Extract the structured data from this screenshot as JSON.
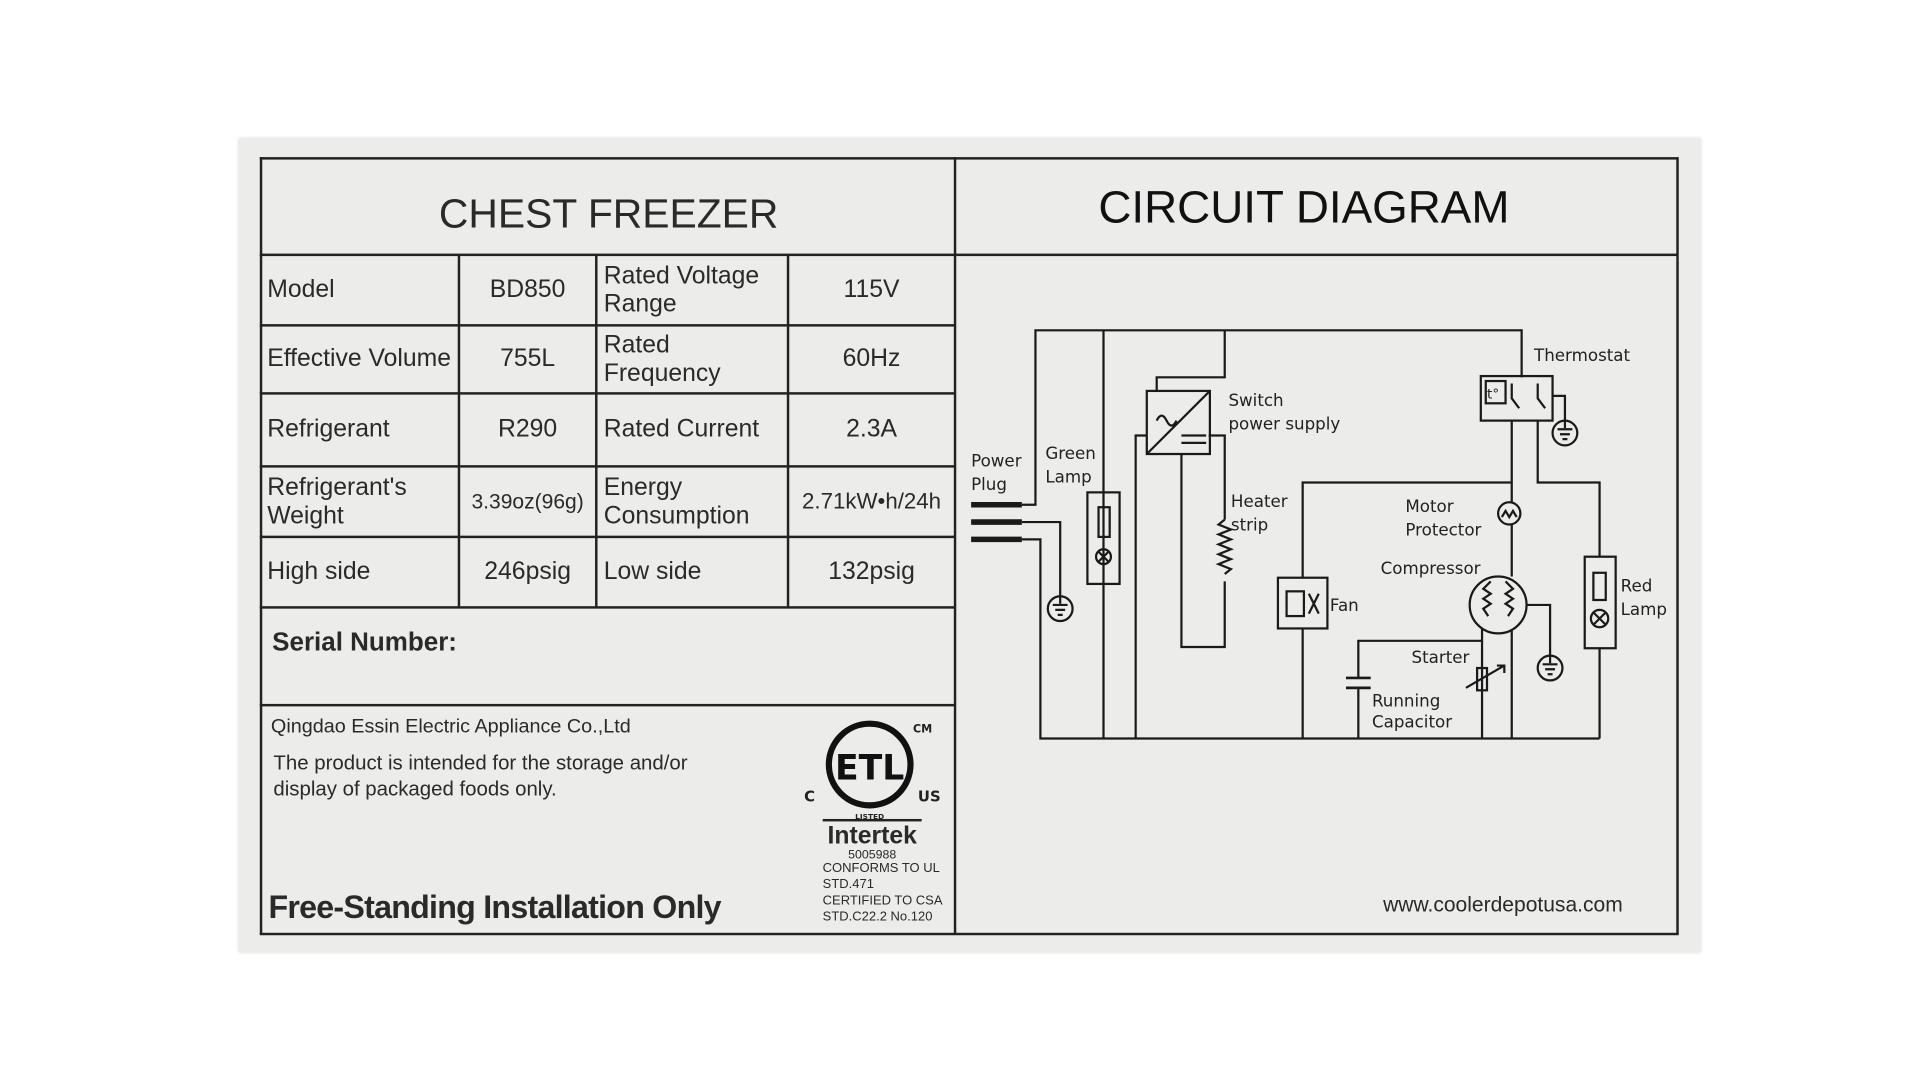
{
  "left_panel": {
    "title": "CHEST FREEZER",
    "rows": [
      {
        "label": "Model",
        "value": "BD850",
        "label2": "Rated Voltage Range",
        "value2": "115V"
      },
      {
        "label": "Effective Volume",
        "value": "755L",
        "label2": "Rated Frequency",
        "value2": "60Hz"
      },
      {
        "label": "Refrigerant",
        "value": "R290",
        "label2": "Rated Current",
        "value2": "2.3A"
      },
      {
        "label": "Refrigerant's Weight",
        "value": "3.39oz(96g)",
        "label2": "Energy Consumption",
        "value2": "2.71kW•h/24h"
      },
      {
        "label": "High side",
        "value": "246psig",
        "label2": "Low side",
        "value2": "132psig"
      }
    ],
    "serial_label": "Serial Number:",
    "serial_value": "",
    "manufacturer": "Qingdao Essin Electric Appliance Co.,Ltd",
    "notice": "The product is intended for the storage and/or display of packaged foods only.",
    "installation": "Free-Standing Installation Only",
    "certification": {
      "mark": "ETL",
      "mark_c": "C",
      "mark_us": "US",
      "mark_cm": "CM",
      "mark_listed": "LISTED",
      "brand": "Intertek",
      "number": "5005988",
      "line1": "CONFORMS TO UL",
      "line2": "STD.471",
      "line3": "CERTIFIED TO CSA",
      "line4": "STD.C22.2 No.120"
    }
  },
  "right_panel": {
    "title": "CIRCUIT DIAGRAM",
    "labels": {
      "power_plug_1": "Power",
      "power_plug_2": "Plug",
      "green_lamp_1": "Green",
      "green_lamp_2": "Lamp",
      "switch_1": "Switch",
      "switch_2": "power supply",
      "heater_1": "Heater",
      "heater_2": "strip",
      "thermostat": "Thermostat",
      "thermostat_symbol": "t°",
      "motor_1": "Motor",
      "motor_2": "Protector",
      "compressor": "Compressor",
      "fan": "Fan",
      "red_lamp_1": "Red",
      "red_lamp_2": "Lamp",
      "starter": "Starter",
      "capacitor_1": "Running",
      "capacitor_2": "Capacitor"
    },
    "website": "www.coolerdepotusa.com"
  }
}
